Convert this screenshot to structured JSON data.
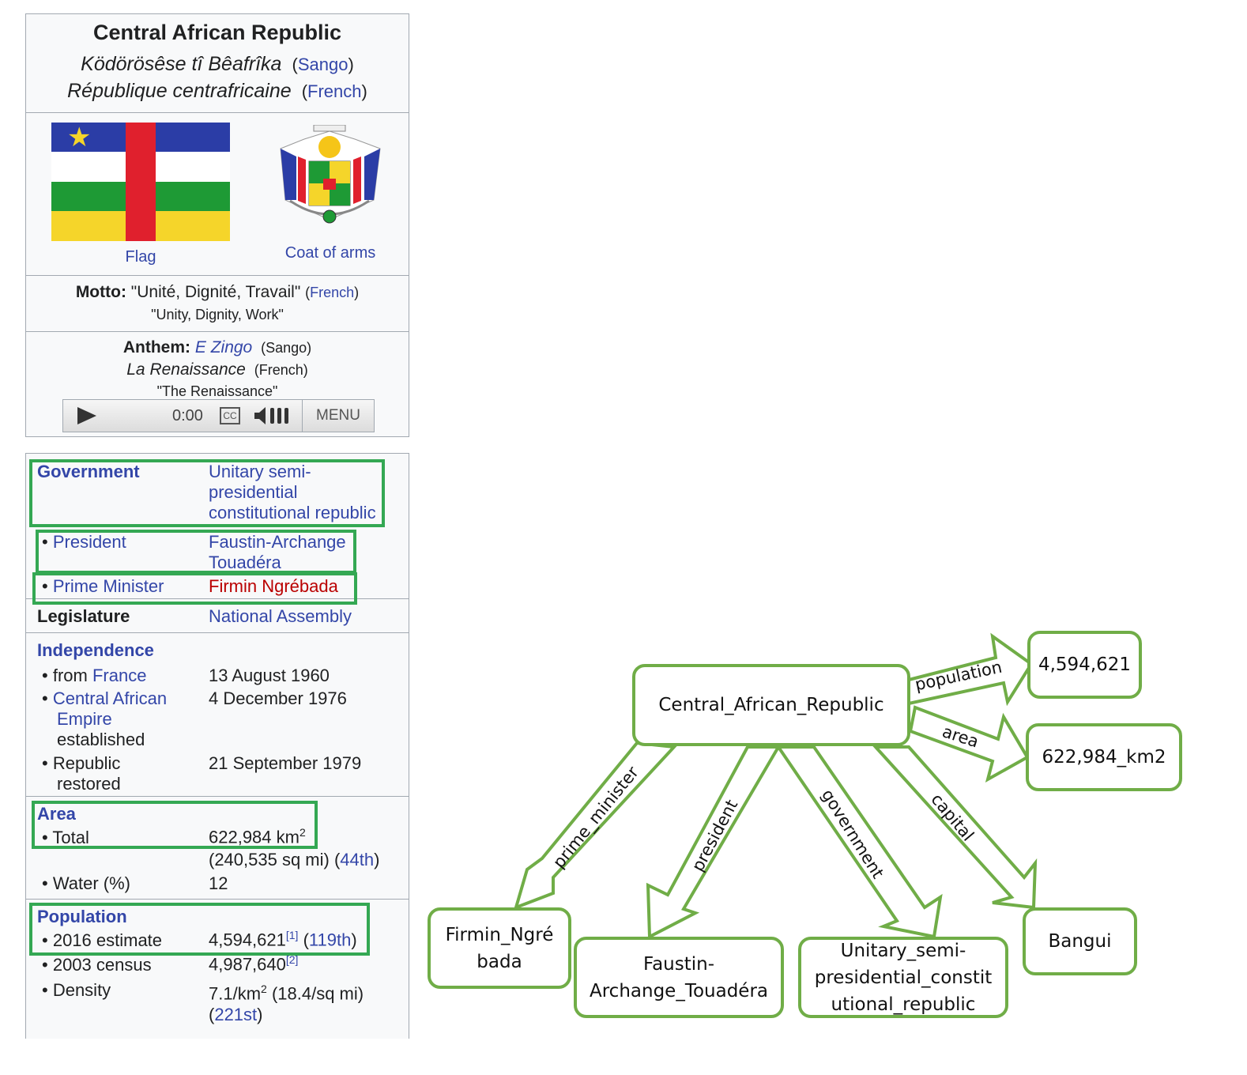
{
  "infobox_top": {
    "title": "Central African Republic",
    "sango_name": "Ködörösêse tî Bêafrîka",
    "sango_tag": "Sango",
    "french_name": "République centrafricaine",
    "french_tag": "French",
    "flag_caption": "Flag",
    "coa_caption": "Coat of arms",
    "motto_label": "Motto:",
    "motto_text": "\"Unité, Dignité, Travail\"",
    "motto_lang": "French",
    "motto_translation": "\"Unity, Dignity, Work\"",
    "anthem_label": "Anthem:",
    "anthem_sango": "E Zingo",
    "anthem_sango_tag": "(Sango)",
    "anthem_french": "La Renaissance",
    "anthem_french_tag": "(French)",
    "anthem_translation": "\"The Renaissance\"",
    "player": {
      "time": "0:00",
      "cc": "CC",
      "menu": "MENU"
    },
    "flag_colors": {
      "blue": "#2b3da6",
      "white": "#ffffff",
      "green": "#1e9a35",
      "yellow": "#f5d52a",
      "red": "#e0202d",
      "star": "#f5d52a"
    }
  },
  "infobox_bottom": {
    "government_label": "Government",
    "government_value_1": "Unitary semi-",
    "government_value_2": "presidential",
    "government_value_3": "constitutional republic",
    "president_label": "President",
    "president_value_1": "Faustin-Archange",
    "president_value_2": "Touadéra",
    "pm_label": "Prime Minister",
    "pm_value": "Firmin Ngrébada",
    "legislature_label": "Legislature",
    "legislature_value": "National Assembly",
    "independence_label": "Independence",
    "from_label": "from",
    "from_link": "France",
    "from_value": "13 August 1960",
    "empire_1": "Central African",
    "empire_2": "Empire",
    "empire_3": "established",
    "empire_value": "4 December 1976",
    "republic_1": "Republic",
    "republic_2": "restored",
    "republic_value": "21 September 1979",
    "area_label": "Area",
    "total_label": "Total",
    "total_value": "622,984 km",
    "total_sup": "2",
    "total_sqmi": "(240,535 sq mi) (",
    "total_rank": "44th",
    "close_paren": ")",
    "water_label": "Water (%)",
    "water_value": "12",
    "population_label": "Population",
    "estimate_label": "2016 estimate",
    "estimate_value": "4,594,621",
    "estimate_ref": "[1]",
    "estimate_rank_open": " (",
    "estimate_rank": "119th",
    "census_label": "2003 census",
    "census_value": "4,987,640",
    "census_ref": "[2]",
    "density_label": "Density",
    "density_value": "7.1/km",
    "density_sup": "2",
    "density_rest": " (18.4/sq mi)",
    "density_rank": "221st",
    "bullet": "•"
  },
  "graph": {
    "center": "Central_African_Republic",
    "nodes": {
      "population": "4,594,621",
      "area": "622,984_km2",
      "firmin": "Firmin_Ngré\nbada",
      "faustin": "Faustin-\nArchange_Touadéra",
      "unitary": "Unitary_semi-\npresidential_constit\nutional_republic",
      "bangui": "Bangui"
    },
    "edges": {
      "population": "population",
      "area": "area",
      "prime_minister": "prime_minister",
      "president": "president",
      "government": "government",
      "capital": "capital"
    },
    "color": "#70ad47",
    "highlight_color": "#34a853"
  }
}
